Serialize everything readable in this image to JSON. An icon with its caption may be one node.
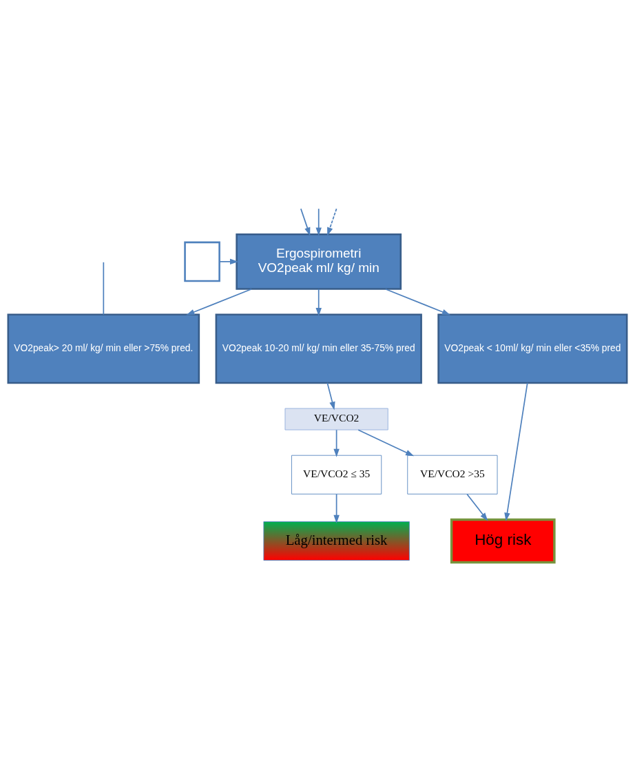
{
  "diagram": {
    "nodes": [
      {
        "text": [
          "Ergospirometri",
          "VO2peak ml/ kg/ min"
        ]
      },
      {
        "text": [],
        "shape": "box"
      },
      {
        "text": [
          "VO2peak> 20 ml/ kg/ min eller >75% pred."
        ]
      },
      {
        "text": [
          "VO2peak 10-20 ml/ kg/ min eller 35-75% pred"
        ]
      },
      {
        "text": [
          "VO2peak < 10ml/ kg/ min eller <35% pred"
        ]
      },
      {
        "text": [
          "VE/VCO2"
        ]
      },
      {
        "text": [
          "VE/VCO2 ≤ 35"
        ]
      },
      {
        "text": [
          "VE/VCO2 >35"
        ]
      },
      {
        "text": [
          "Låg/intermed risk"
        ]
      },
      {
        "text": [
          "Hög risk"
        ]
      }
    ],
    "edges": [
      {
        "from": null,
        "to": 0,
        "arrow": "to"
      },
      {
        "from": null,
        "to": 0,
        "arrow": "to",
        "style": "dashed"
      },
      {
        "from": null,
        "to": 0,
        "arrow": "to"
      },
      {
        "from": 1,
        "to": 0,
        "arrow": "to"
      },
      {
        "from": null,
        "to": 2,
        "arrow": "none"
      },
      {
        "from": 0,
        "to": 2,
        "arrow": "to"
      },
      {
        "from": 0,
        "to": 3,
        "arrow": "to"
      },
      {
        "from": 0,
        "to": 4,
        "arrow": "to"
      },
      {
        "from": 3,
        "to": 5,
        "arrow": "to"
      },
      {
        "from": 5,
        "to": 6,
        "arrow": "to"
      },
      {
        "from": 5,
        "to": 7,
        "arrow": "to"
      },
      {
        "from": 6,
        "to": 8,
        "arrow": "to"
      },
      {
        "from": 7,
        "to": 9,
        "arrow": "to"
      },
      {
        "from": 4,
        "to": 9,
        "arrow": "to"
      }
    ]
  }
}
